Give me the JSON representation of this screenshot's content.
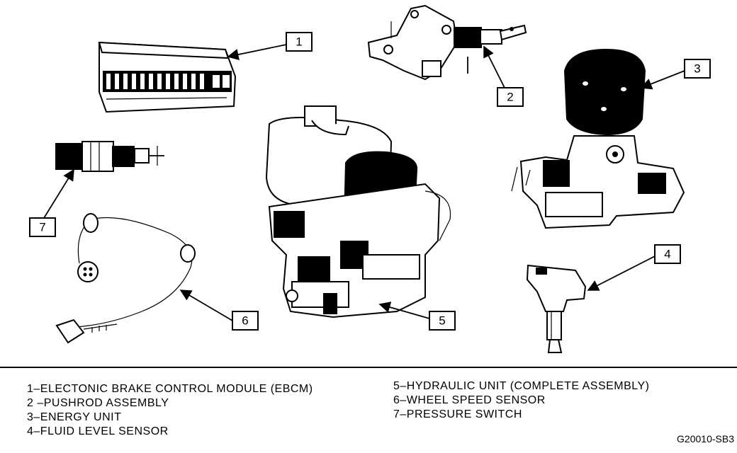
{
  "callouts": [
    "1",
    "2",
    "3",
    "4",
    "5",
    "6",
    "7"
  ],
  "legend": {
    "col1": [
      "1–ELECTONIC BRAKE CONTROL MODULE (EBCM)",
      "2 –PUSHROD ASSEMBLY",
      "3–ENERGY UNIT",
      "4–FLUID LEVEL SENSOR"
    ],
    "col2": [
      "5–HYDRAULIC UNIT (COMPLETE ASSEMBLY)",
      "6–WHEEL SPEED SENSOR",
      "7–PRESSURE SWITCH"
    ]
  },
  "reference_code": "G20010-SB3"
}
